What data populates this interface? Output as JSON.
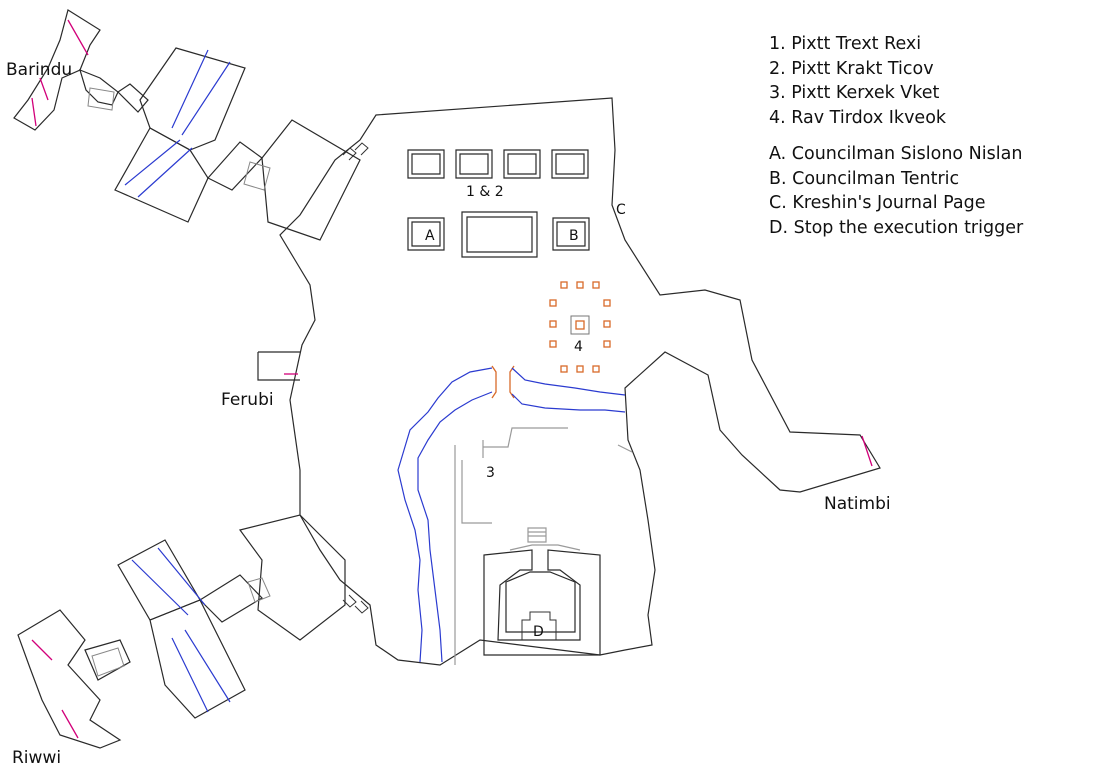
{
  "legend": {
    "npcs": [
      "1. Pixtt Trext Rexi",
      "2. Pixtt Krakt Ticov",
      "3. Pixtt Kerxek Vket",
      "4. Rav Tirdox Ikveok"
    ],
    "points": [
      "A. Councilman Sislono Nislan",
      "B. Councilman Tentric",
      "C. Kreshin's Journal Page",
      "D. Stop the execution trigger"
    ]
  },
  "zones": {
    "barindu": "Barindu",
    "ferubi": "Ferubi",
    "natimbi": "Natimbi",
    "riwwi": "Riwwi"
  },
  "markers": {
    "one_two": "1 & 2",
    "three": "3",
    "four": "4",
    "a": "A",
    "b": "B",
    "c": "C",
    "d": "D"
  },
  "colors": {
    "walls": "#2a2a2a",
    "water": "#2b3bd0",
    "zone_door": "#d2007a",
    "pillar": "#d86a2a"
  }
}
